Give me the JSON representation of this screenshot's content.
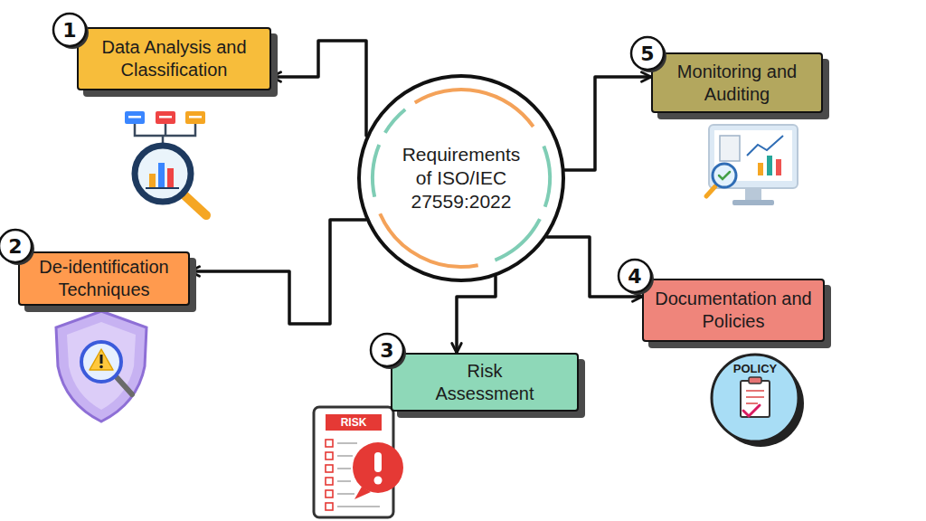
{
  "diagram": {
    "nodes": [
      {
        "text": [
          "Requirements of ISO/IEC 27559:2022"
        ]
      },
      {
        "text": [
          "Data Analysis and Classification"
        ]
      },
      {
        "text": [
          "De-identification Techniques"
        ]
      },
      {
        "text": [
          "Risk Assessment"
        ]
      },
      {
        "text": [
          "Documentation and Policies"
        ]
      },
      {
        "text": [
          "Monitoring and Auditing"
        ]
      }
    ],
    "edges": [
      {
        "from": 0,
        "to": 1,
        "arrow": "to"
      },
      {
        "from": 0,
        "to": 2,
        "arrow": "to"
      },
      {
        "from": 0,
        "to": 3,
        "arrow": "to"
      },
      {
        "from": 0,
        "to": 4,
        "arrow": "to"
      },
      {
        "from": 0,
        "to": 5,
        "arrow": "to"
      }
    ],
    "labels": [
      "1",
      "2",
      "3",
      "4",
      "5",
      "RISK",
      "POLICY"
    ]
  }
}
